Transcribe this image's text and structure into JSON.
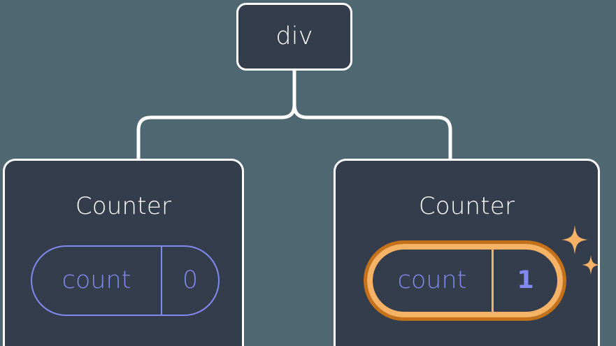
{
  "diagram": {
    "type": "component-tree",
    "background_color": "#4e6771",
    "node_fill_color": "#343d4c",
    "node_border_color": "#ffffff",
    "connector_color": "#ffffff",
    "accent_state_color": "#8289f0",
    "highlight_outer_color": "#c4711a",
    "highlight_inner_color": "#f6b365",
    "root": {
      "label": "div"
    },
    "children": [
      {
        "label": "Counter",
        "highlighted": false,
        "state": {
          "key": "count",
          "value": "0"
        }
      },
      {
        "label": "Counter",
        "highlighted": true,
        "state": {
          "key": "count",
          "value": "1"
        },
        "sparkle_large": "sparkle-icon",
        "sparkle_small": "sparkle-icon"
      }
    ]
  }
}
